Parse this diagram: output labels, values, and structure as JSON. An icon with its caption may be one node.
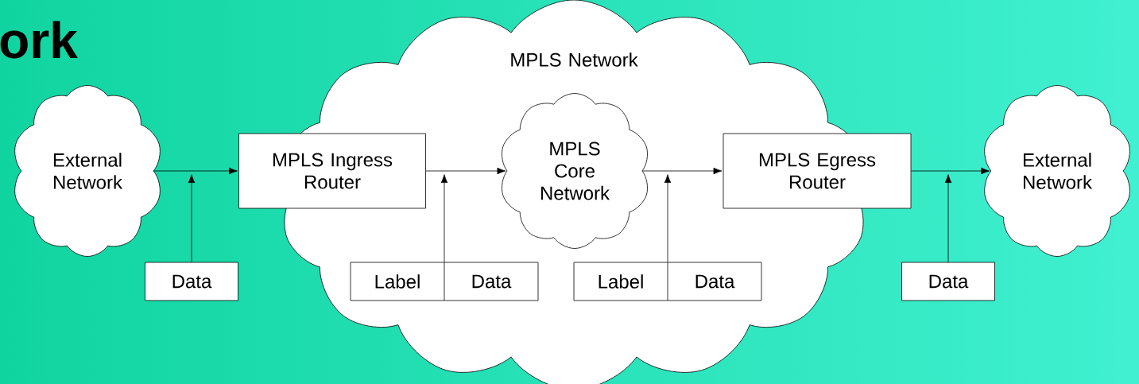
{
  "diagram": {
    "title": "ork",
    "nodes": [
      {
        "text": [
          "MPLS Network"
        ]
      },
      {
        "text": [
          "External Network"
        ]
      },
      {
        "text": [
          "MPLS Ingress Router"
        ]
      },
      {
        "text": [
          "MPLS Core Network"
        ],
        "in": 0
      },
      {
        "text": [
          "MPLS Egress Router"
        ]
      },
      {
        "text": [
          "External Network"
        ]
      },
      {
        "text": [
          "Data"
        ]
      },
      {
        "text": [
          "Label",
          "Data"
        ],
        "in": 0
      },
      {
        "text": [
          "Label",
          "Data"
        ],
        "in": 0
      },
      {
        "text": [
          "Data"
        ]
      }
    ],
    "edges": [
      {
        "from": 1,
        "to": 2,
        "arrow": "to"
      },
      {
        "from": 2,
        "to": 3,
        "arrow": "to"
      },
      {
        "from": 3,
        "to": 4,
        "arrow": "to"
      },
      {
        "from": 4,
        "to": 5,
        "arrow": "to"
      },
      {
        "from": 6,
        "to": null,
        "arrow": "to"
      },
      {
        "from": 7,
        "to": null,
        "arrow": "to"
      },
      {
        "from": 8,
        "to": null,
        "arrow": "to"
      },
      {
        "from": 9,
        "to": null,
        "arrow": "to"
      }
    ]
  }
}
